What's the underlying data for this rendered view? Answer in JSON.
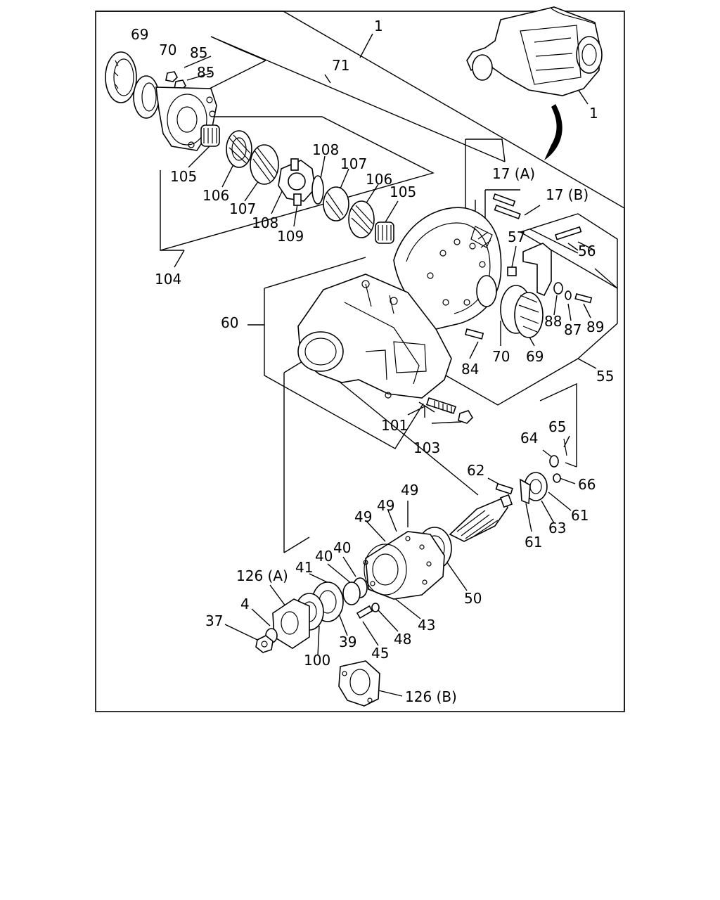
{
  "labels": {
    "l1a": "1",
    "l1b": "1",
    "l4": "4",
    "l17a": "17 (A)",
    "l17b": "17 (B)",
    "l37": "37",
    "l39": "39",
    "l40a": "40",
    "l40b": "40",
    "l41": "41",
    "l43": "43",
    "l45": "45",
    "l48": "48",
    "l49a": "49",
    "l49b": "49",
    "l49c": "49",
    "l50": "50",
    "l55": "55",
    "l56": "56",
    "l57": "57",
    "l60": "60",
    "l61a": "61",
    "l61b": "61",
    "l62": "62",
    "l63": "63",
    "l64": "64",
    "l65": "65",
    "l66": "66",
    "l69a": "69",
    "l69b": "69",
    "l70a": "70",
    "l70b": "70",
    "l71": "71",
    "l84": "84",
    "l85a": "85",
    "l85b": "85",
    "l87": "87",
    "l88": "88",
    "l89": "89",
    "l100": "100",
    "l101": "101",
    "l103": "103",
    "l104": "104",
    "l105a": "105",
    "l105b": "105",
    "l106a": "106",
    "l106b": "106",
    "l107a": "107",
    "l107b": "107",
    "l108a": "108",
    "l108b": "108",
    "l109": "109",
    "l126a": "126 (A)",
    "l126b": "126 (B)"
  }
}
